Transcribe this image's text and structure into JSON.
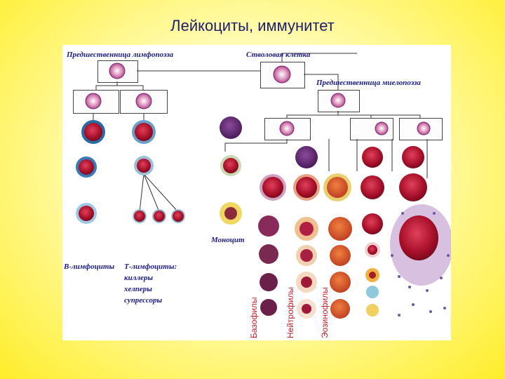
{
  "title": "Лейкоциты, иммунитет",
  "labels": {
    "lymph_precursor": "Предшественница лимфопоэза",
    "stem_cell": "Стволовая клетка",
    "myelo_precursor": "Предшественница миелопоэза",
    "monocyte": "Моноцит",
    "b_lymph": "В-лимфоциты",
    "t_lymph": "Т-лимфоциты:",
    "killers": "киллеры",
    "helpers": "хелперы",
    "suppressors": "супрессоры",
    "basophils": "Базофилы",
    "neutrophils": "Нейтрофилы",
    "eosinophils": "Эозинофилы"
  }
}
